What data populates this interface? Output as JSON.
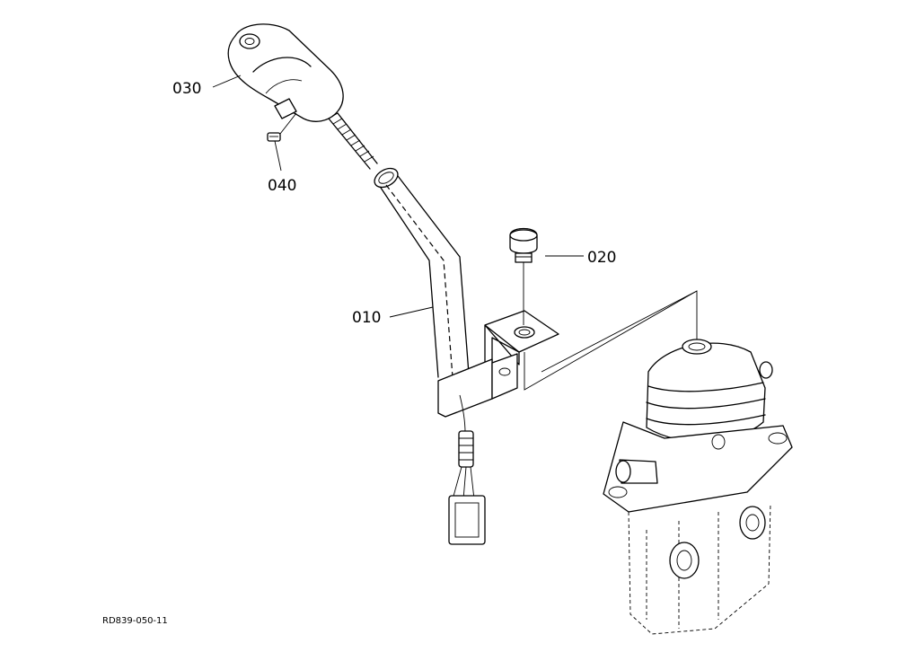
{
  "diagram": {
    "reference_code": "RD839-050-11",
    "parts": [
      {
        "id": "part-010",
        "label": "010"
      },
      {
        "id": "part-020",
        "label": "020"
      },
      {
        "id": "part-030",
        "label": "030"
      },
      {
        "id": "part-040",
        "label": "040"
      }
    ]
  }
}
